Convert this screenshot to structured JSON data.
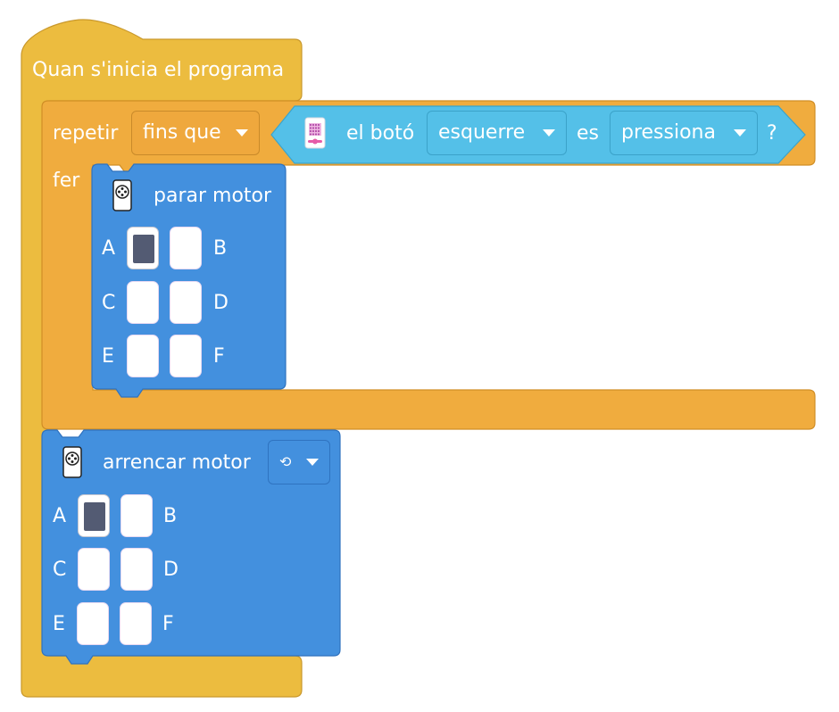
{
  "hat": {
    "label": "Quan s'inicia el programa"
  },
  "repeat": {
    "label": "repetir",
    "mode": "fins que",
    "do_label": "fer"
  },
  "condition": {
    "label": "el botó",
    "button": "esquerre",
    "es_label": "es",
    "state": "pressiona",
    "question": "?"
  },
  "stop_motor": {
    "label": "parar motor",
    "ports": [
      {
        "name": "A",
        "selected": true
      },
      {
        "name": "B",
        "selected": false
      },
      {
        "name": "C",
        "selected": false
      },
      {
        "name": "D",
        "selected": false
      },
      {
        "name": "E",
        "selected": false
      },
      {
        "name": "F",
        "selected": false
      }
    ]
  },
  "start_motor": {
    "label": "arrencar motor",
    "direction_symbol": "⟲",
    "ports": [
      {
        "name": "A",
        "selected": true
      },
      {
        "name": "B",
        "selected": false
      },
      {
        "name": "C",
        "selected": false
      },
      {
        "name": "D",
        "selected": false
      },
      {
        "name": "E",
        "selected": false
      },
      {
        "name": "F",
        "selected": false
      }
    ]
  },
  "colors": {
    "events": "#ecbc3f",
    "control": "#f0ac3e",
    "sensing": "#54c0e8",
    "motor": "#4390de"
  },
  "icons": [
    "motor-icon",
    "hub-icon",
    "dropdown-arrow-icon"
  ]
}
